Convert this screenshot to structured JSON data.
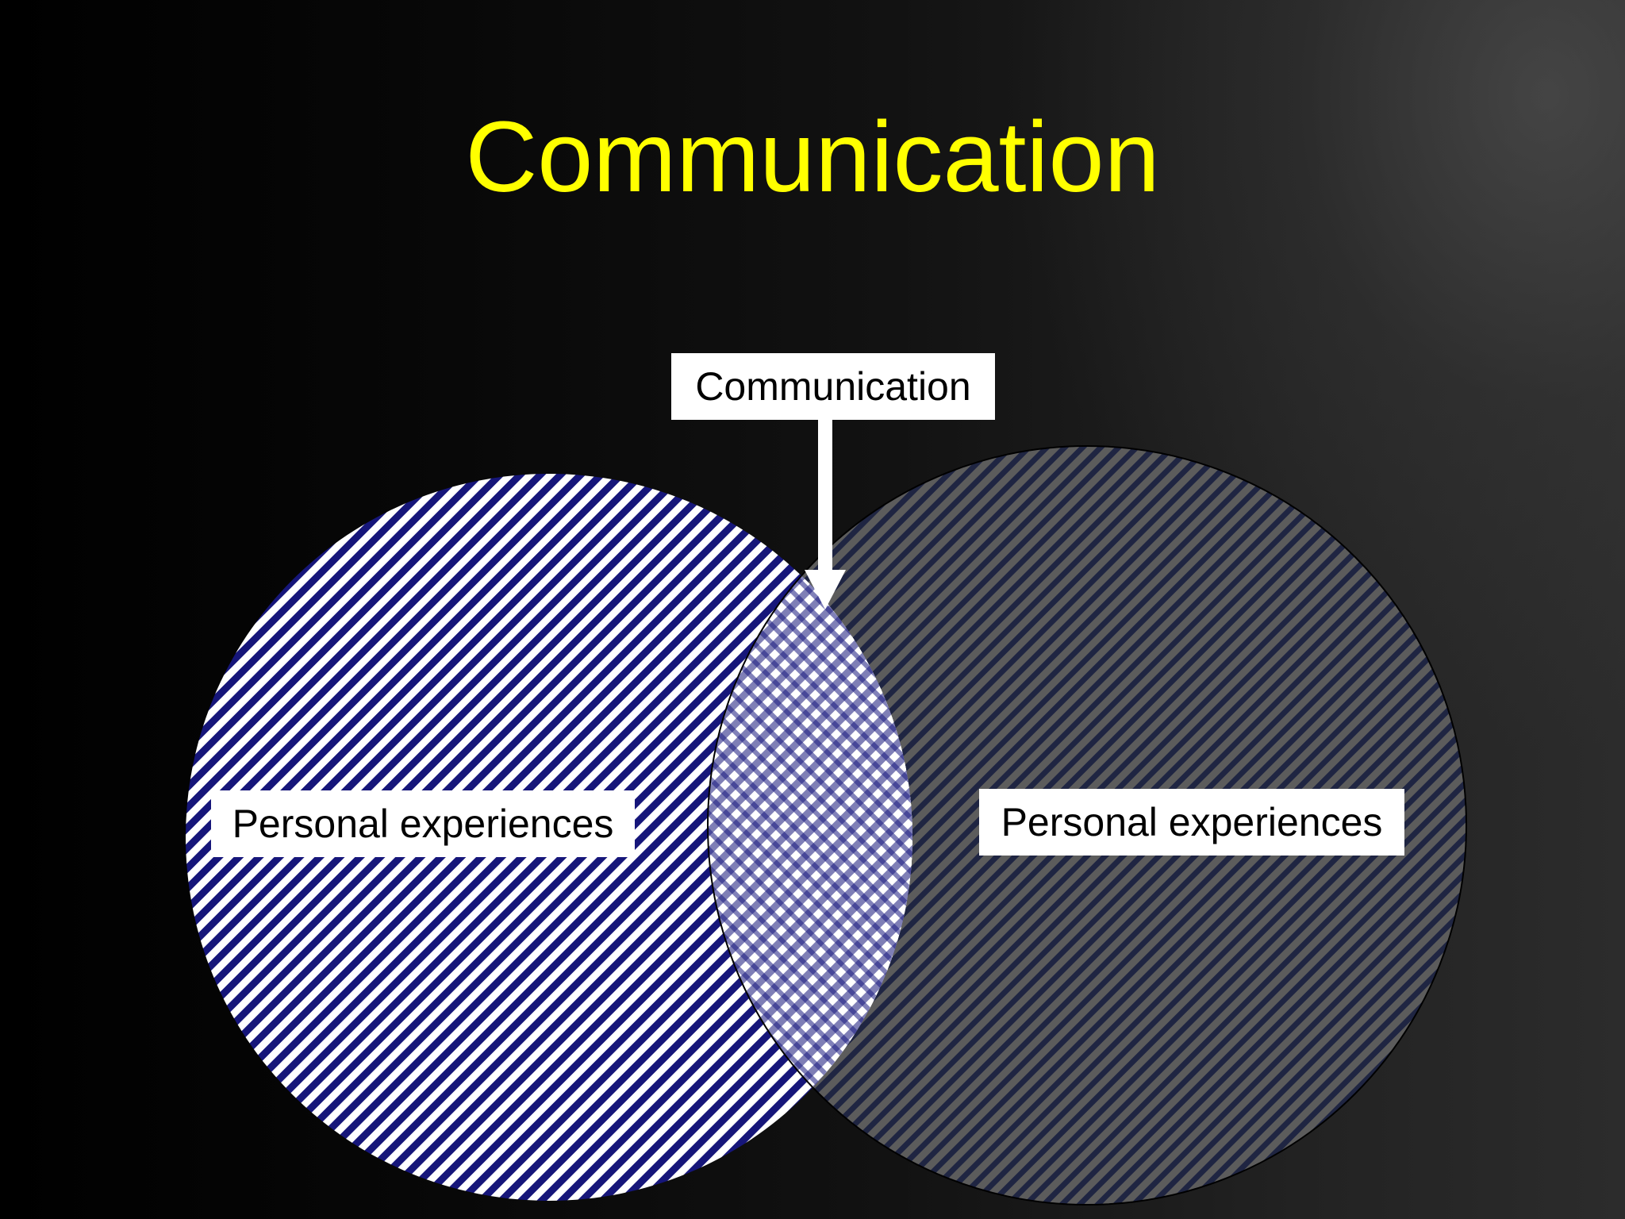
{
  "slide": {
    "title": "Communication"
  },
  "diagram": {
    "overlap_label": "Communication",
    "left_circle_label": "Personal experiences",
    "right_circle_label": "Personal experiences"
  },
  "colors": {
    "title": "#ffff00",
    "left_circle_stripe": "#16167a",
    "left_circle_base": "#ffffff",
    "right_circle_stripe": "#1e2440",
    "right_circle_base": "#5a5a5a",
    "label_background": "#ffffff",
    "arrow": "#ffffff"
  }
}
